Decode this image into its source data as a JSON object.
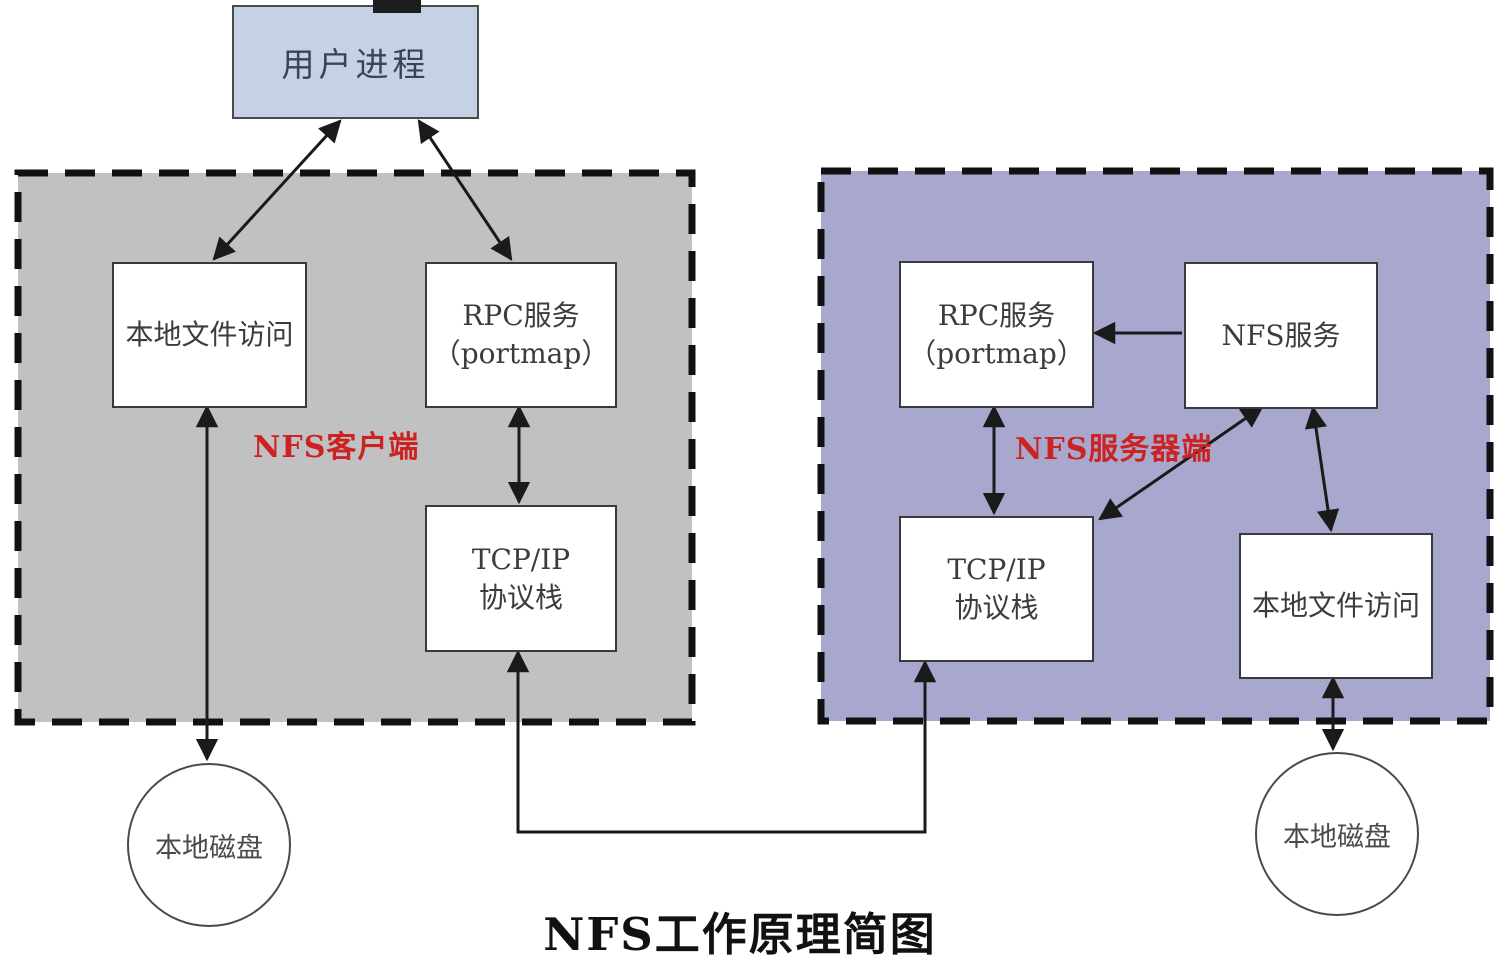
{
  "title": "NFS工作原理简图",
  "user_process": "用户进程",
  "client_panel": {
    "label": "NFS客户端",
    "local_file_access": "本地文件访问",
    "rpc_service_line1": "RPC服务",
    "rpc_service_line2": "（portmap）",
    "tcpip_line1": "TCP/IP",
    "tcpip_line2": "协议栈",
    "local_disk": "本地磁盘"
  },
  "server_panel": {
    "label": "NFS服务器端",
    "rpc_service_line1": "RPC服务",
    "rpc_service_line2": "（portmap）",
    "nfs_service": "NFS服务",
    "tcpip_line1": "TCP/IP",
    "tcpip_line2": "协议栈",
    "local_file_access": "本地文件访问",
    "local_disk": "本地磁盘"
  },
  "colors": {
    "client_panel_bg": "#c1c1c3",
    "server_panel_bg": "#a8a7cd",
    "user_process_bg": "#c5d2e6",
    "label_red": "#cc2222",
    "line_black": "#1a1a1a",
    "box_border": "#3a3a3a"
  }
}
